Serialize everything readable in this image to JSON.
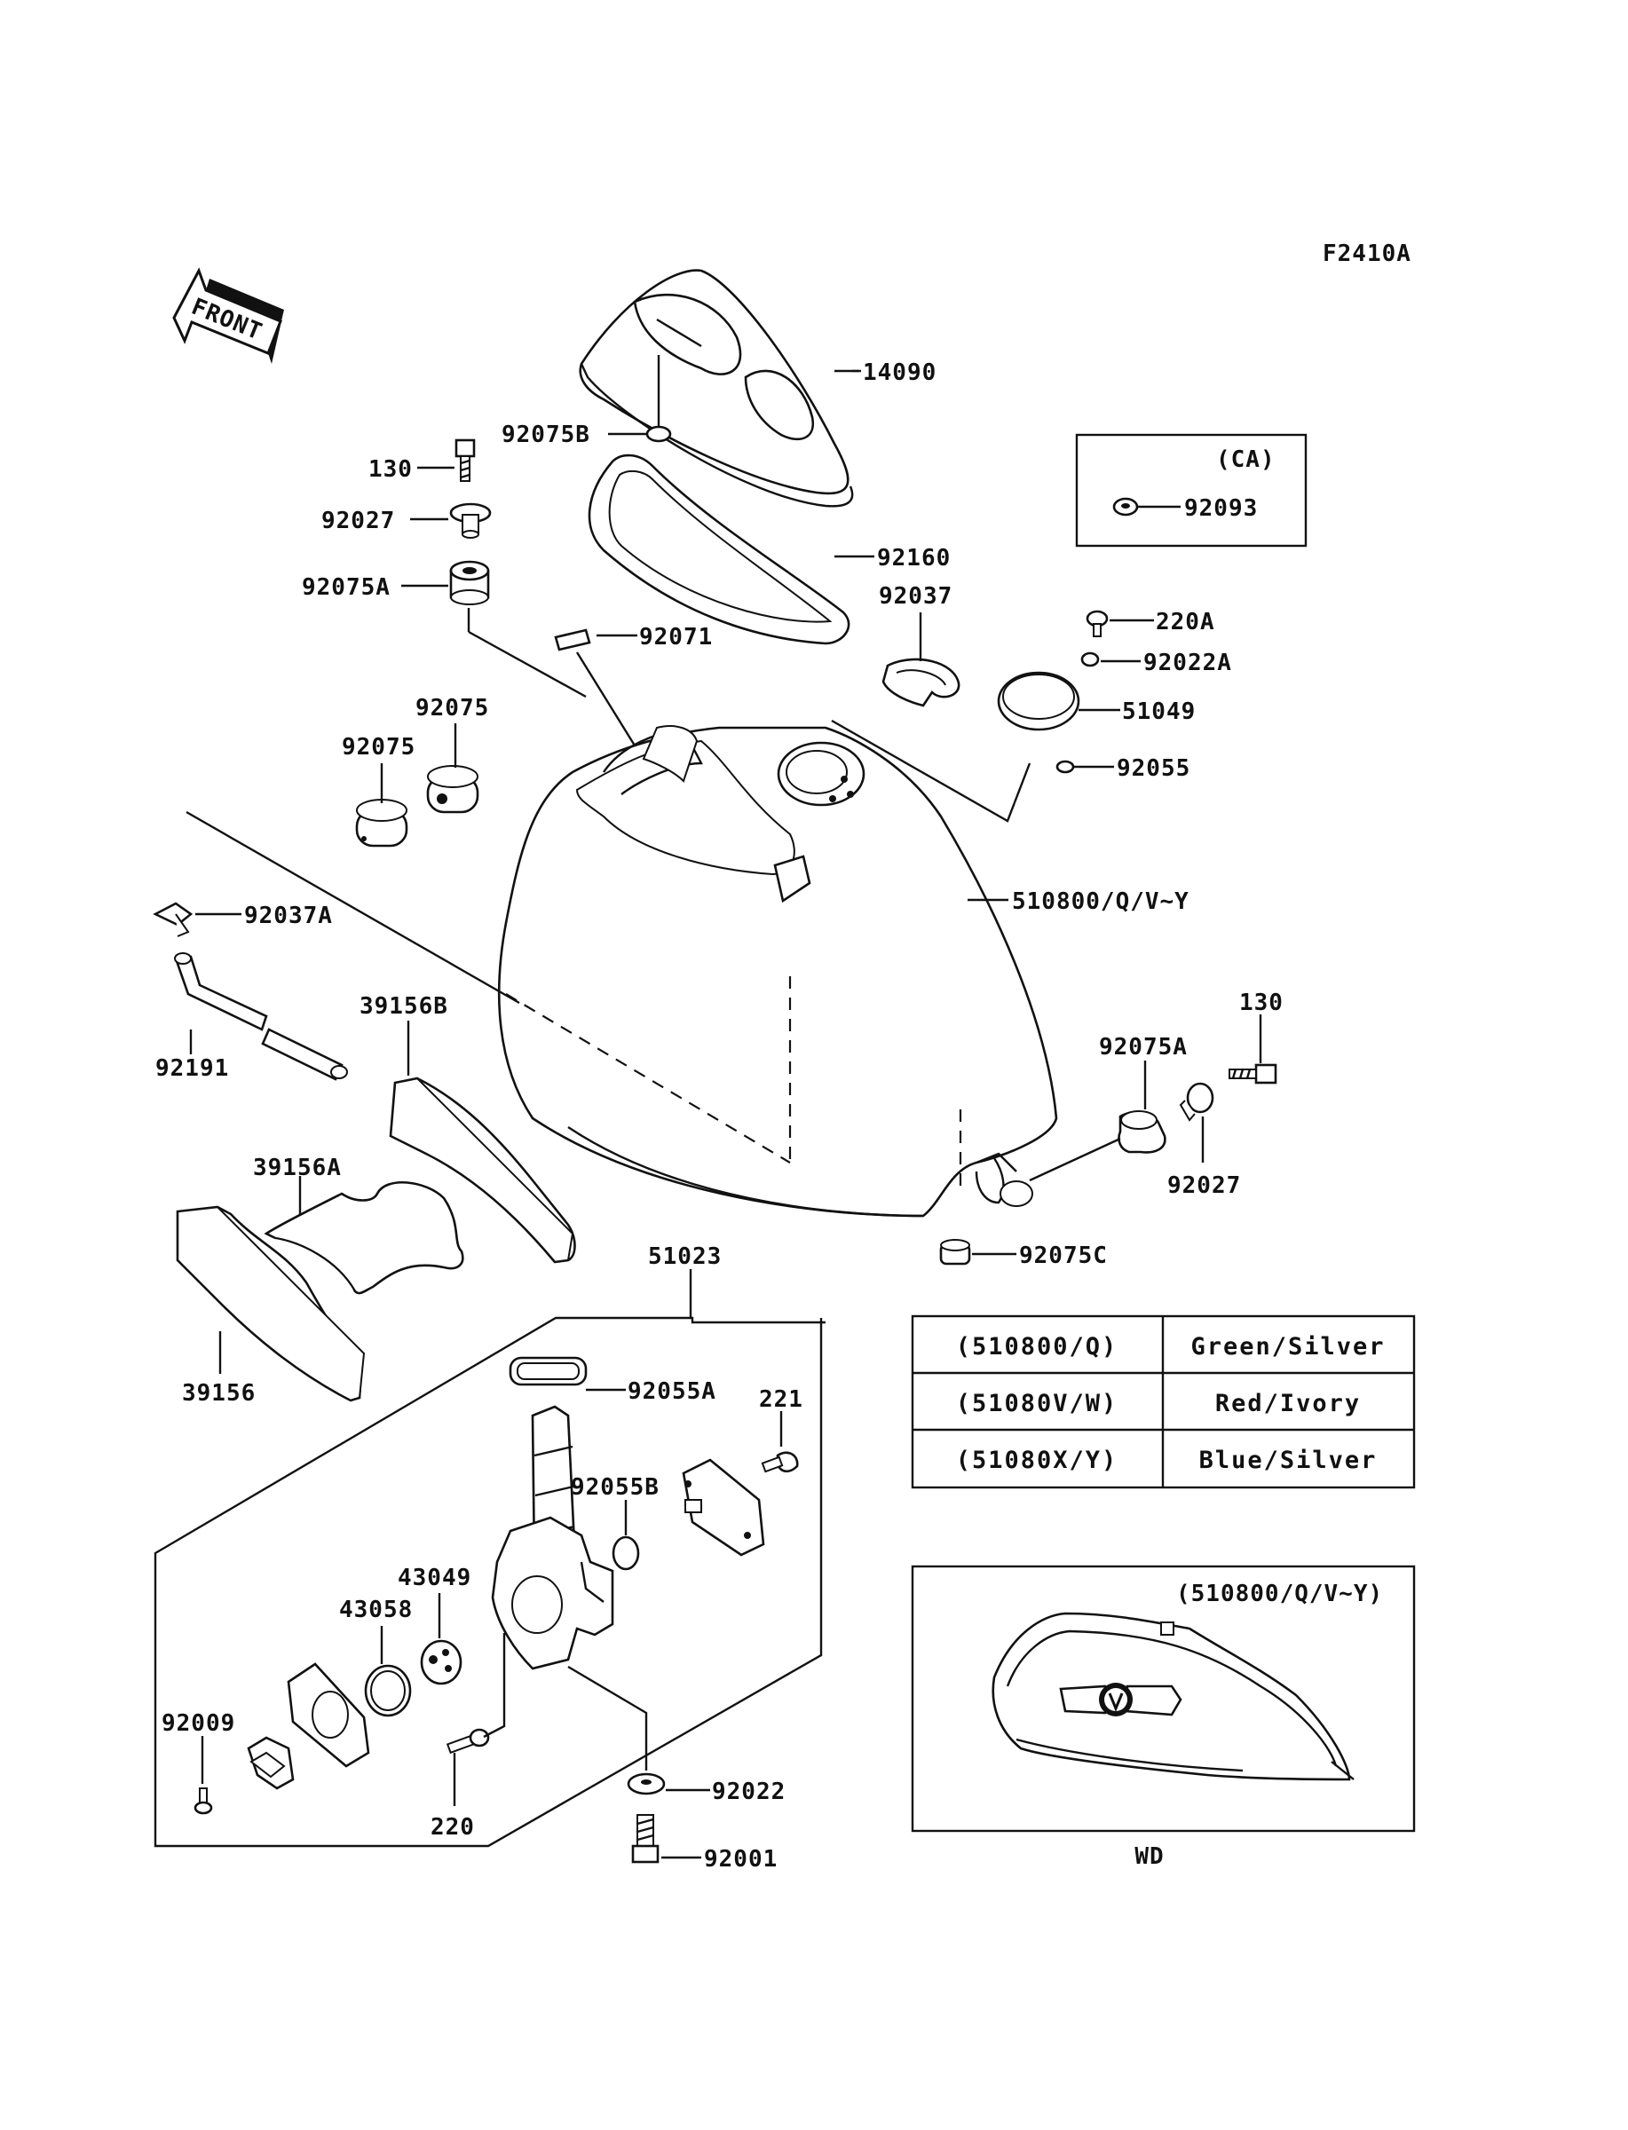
{
  "figure_code": "F2410A",
  "front_label": "FRONT",
  "callouts": {
    "p14090": "14090",
    "p92075B": "92075B",
    "p130_top": "130",
    "p92027_top": "92027",
    "p92075A_top": "92075A",
    "p92160": "92160",
    "p92037": "92037",
    "p92071": "92071",
    "p220A": "220A",
    "p92022A": "92022A",
    "p51049": "51049",
    "p92055": "92055",
    "p92075_a": "92075",
    "p92075_b": "92075",
    "p92037A": "92037A",
    "p510800": "510800/Q/V~Y",
    "p92191": "92191",
    "p39156B": "39156B",
    "p130_right": "130",
    "p92075A_right": "92075A",
    "p92027_right": "92027",
    "p39156A": "39156A",
    "p92075C": "92075C",
    "p51023": "51023",
    "p39156": "39156",
    "p92055A": "92055A",
    "p221": "221",
    "p92055B": "92055B",
    "p43049": "43049",
    "p43058": "43058",
    "p92009": "92009",
    "p220": "220",
    "p92022": "92022",
    "p92001": "92001"
  },
  "ca_box": {
    "title": "(CA)",
    "part": "92093"
  },
  "color_table": [
    {
      "code": "(510800/Q)",
      "color": "Green/Silver"
    },
    {
      "code": "(51080V/W)",
      "color": "Red/Ivory"
    },
    {
      "code": "(51080X/Y)",
      "color": "Blue/Silver"
    }
  ],
  "inset": {
    "title": "(510800/Q/V~Y)",
    "caption": "WD"
  }
}
